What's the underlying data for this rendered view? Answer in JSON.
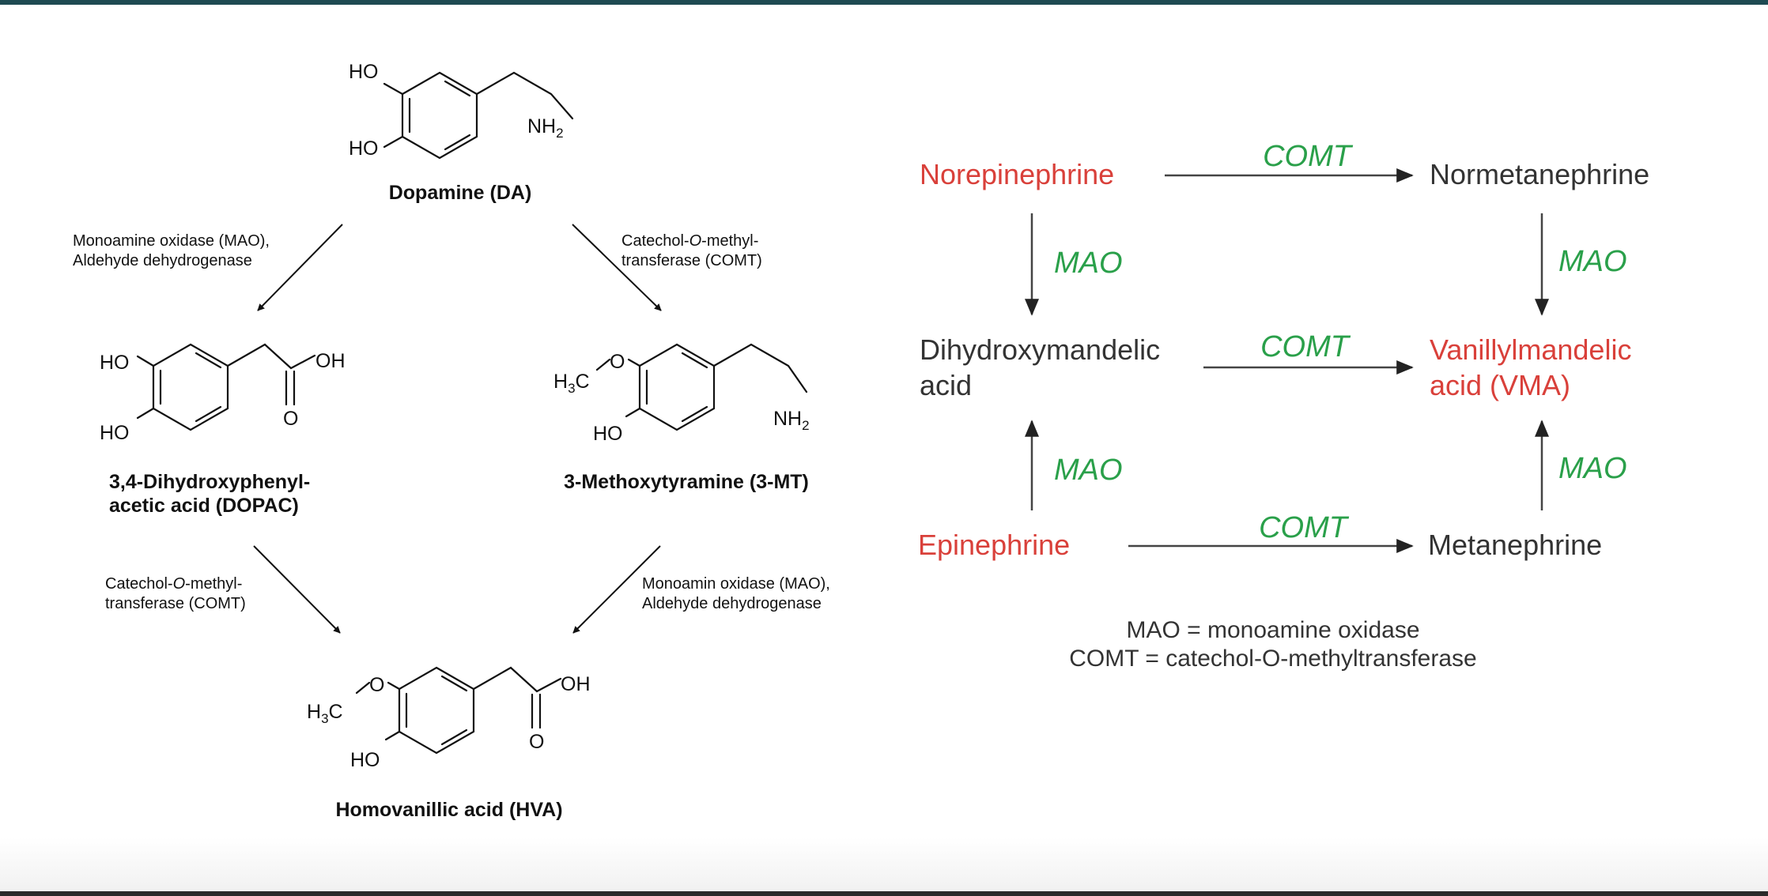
{
  "left_pathway": {
    "dopamine": {
      "name": "Dopamine (DA)",
      "ho_top": "HO",
      "ho_bottom": "HO",
      "amine": "NH",
      "amine_sub": "2"
    },
    "step_mao_1": {
      "line1": "Monoamine oxidase (MAO),",
      "line2": "Aldehyde dehydrogenase"
    },
    "step_comt_1": {
      "line1_a": "Catechol-",
      "line1_b": "O",
      "line1_c": "-methyl-",
      "line2": "transferase (COMT)"
    },
    "dopac": {
      "ho_top": "HO",
      "ho_bottom": "HO",
      "oh": "OH",
      "o": "O",
      "name_line1": "3,4-Dihydroxyphenyl-",
      "name_line2": "acetic acid (DOPAC)"
    },
    "mt3": {
      "h": "H",
      "h_sub": "3",
      "c": "C",
      "o": "O",
      "ho": "HO",
      "amine": "NH",
      "amine_sub": "2",
      "name": "3-Methoxytyramine (3-MT)"
    },
    "step_comt_2": {
      "line1_a": "Catechol-",
      "line1_b": "O",
      "line1_c": "-methyl-",
      "line2": "transferase (COMT)"
    },
    "step_mao_2": {
      "line1": "Monoamin oxidase (MAO),",
      "line2": "Aldehyde dehydrogenase"
    },
    "hva": {
      "h": "H",
      "h_sub": "3",
      "c": "C",
      "o_methoxy": "O",
      "ho": "HO",
      "oh": "OH",
      "o": "O",
      "name": "Homovanillic acid (HVA)"
    }
  },
  "right_pathway": {
    "norepinephrine": "Norepinephrine",
    "normetanephrine": "Normetanephrine",
    "dhma_line1": "Dihydroxymandelic",
    "dhma_line2": "acid",
    "vma_line1": "Vanillylmandelic",
    "vma_line2": "acid (VMA)",
    "epinephrine": "Epinephrine",
    "metanephrine": "Metanephrine",
    "comt_top": "COMT",
    "comt_middle": "COMT",
    "comt_bottom": "COMT",
    "mao_top_left": "MAO",
    "mao_top_right": "MAO",
    "mao_bottom_left": "MAO",
    "mao_bottom_right": "MAO",
    "legend_line1": "MAO = monoamine oxidase",
    "legend_line2": "COMT = catechol-O-methyltransferase"
  },
  "colors": {
    "highlight": "#d9403a",
    "enzyme": "#2aa04a",
    "text": "#333333",
    "frame_top": "#1e4a52"
  }
}
